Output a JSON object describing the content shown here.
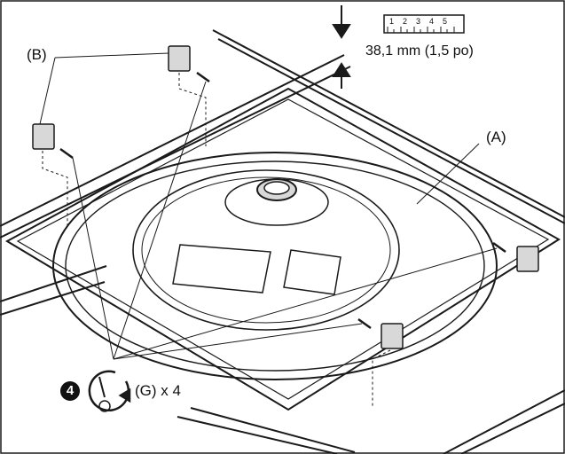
{
  "labels": {
    "part_b": "(B)",
    "part_a": "(A)",
    "dimension": "38,1 mm (1,5 po)",
    "fastener": "(G) x 4",
    "step_number": "4"
  },
  "ruler_ticks": [
    "1",
    "2",
    "3",
    "4",
    "5"
  ],
  "colors": {
    "line": "#1a1a1a",
    "fill": "#ffffff",
    "shade": "#d8d8d8"
  },
  "icons": {
    "rotate_screwdriver": "screwdriver-rotate-icon"
  }
}
